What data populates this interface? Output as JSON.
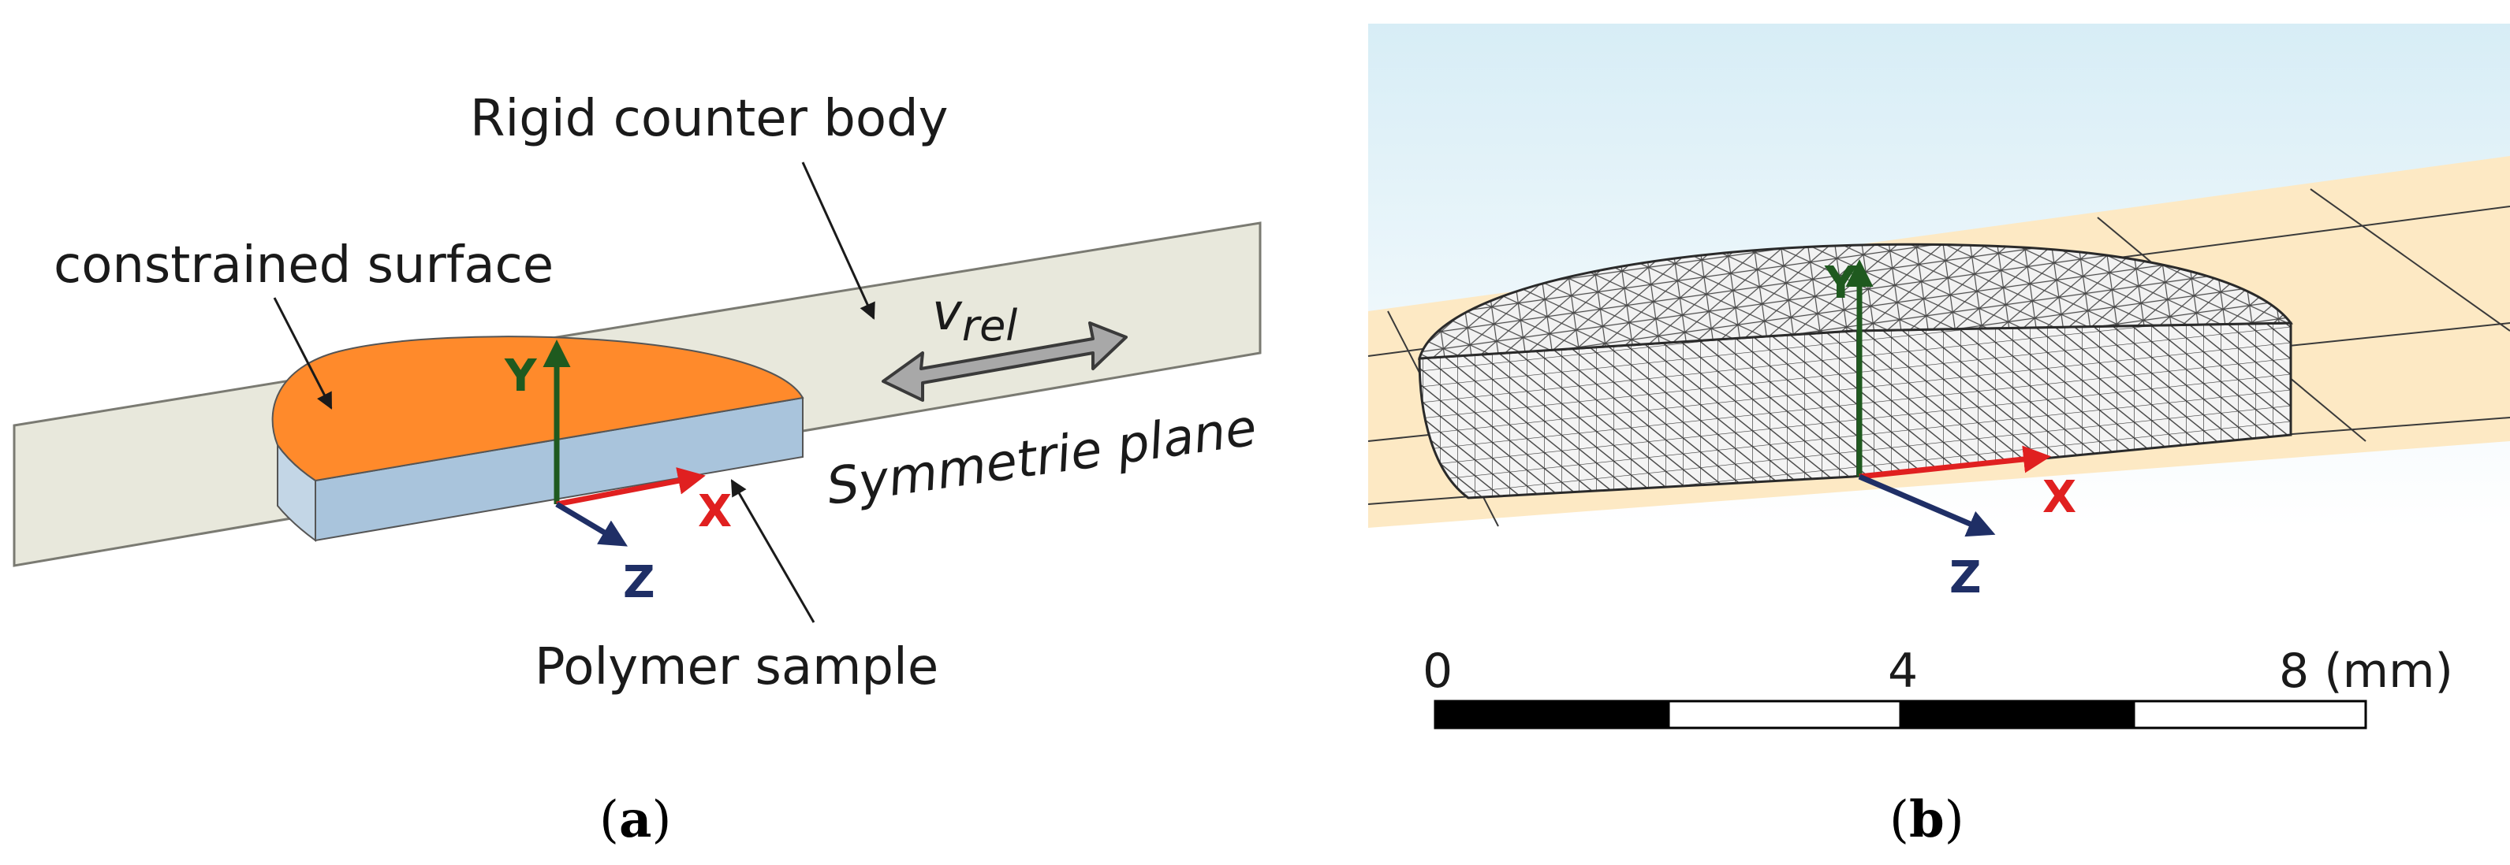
{
  "panel_a": {
    "labels": {
      "rigid_counter_body": "Rigid counter body",
      "constrained_surface": "constrained surface",
      "velocity_symbol": "v",
      "velocity_subscript": "rel",
      "symmetrie_plane": "Symmetrie plane",
      "polymer_sample": "Polymer sample"
    },
    "axes": {
      "y": "Y",
      "x": "X",
      "z": "Z"
    },
    "caption": {
      "open": "(",
      "letter": "a",
      "close": ")"
    }
  },
  "panel_b": {
    "axes": {
      "y": "Y",
      "x": "X",
      "z": "Z"
    },
    "scale_bar": {
      "labels": [
        "0",
        "4",
        "8 (mm)"
      ]
    },
    "caption": {
      "open": "(",
      "letter": "b",
      "close": ")"
    }
  },
  "colors": {
    "counter_body_plane": "#e8e8dc",
    "sample_top": "#ff8a2b",
    "sample_side": "#a9c4dc",
    "mesh_floor": "#fde9c4",
    "sky_top": "#d9eef6",
    "y_axis": "#1f5a1f",
    "x_axis": "#e02020",
    "z_axis": "#1f2f66"
  },
  "icons": {
    "velocity_arrow": "double-headed-arrow-icon",
    "leader_arrows": "arrow-icon"
  }
}
